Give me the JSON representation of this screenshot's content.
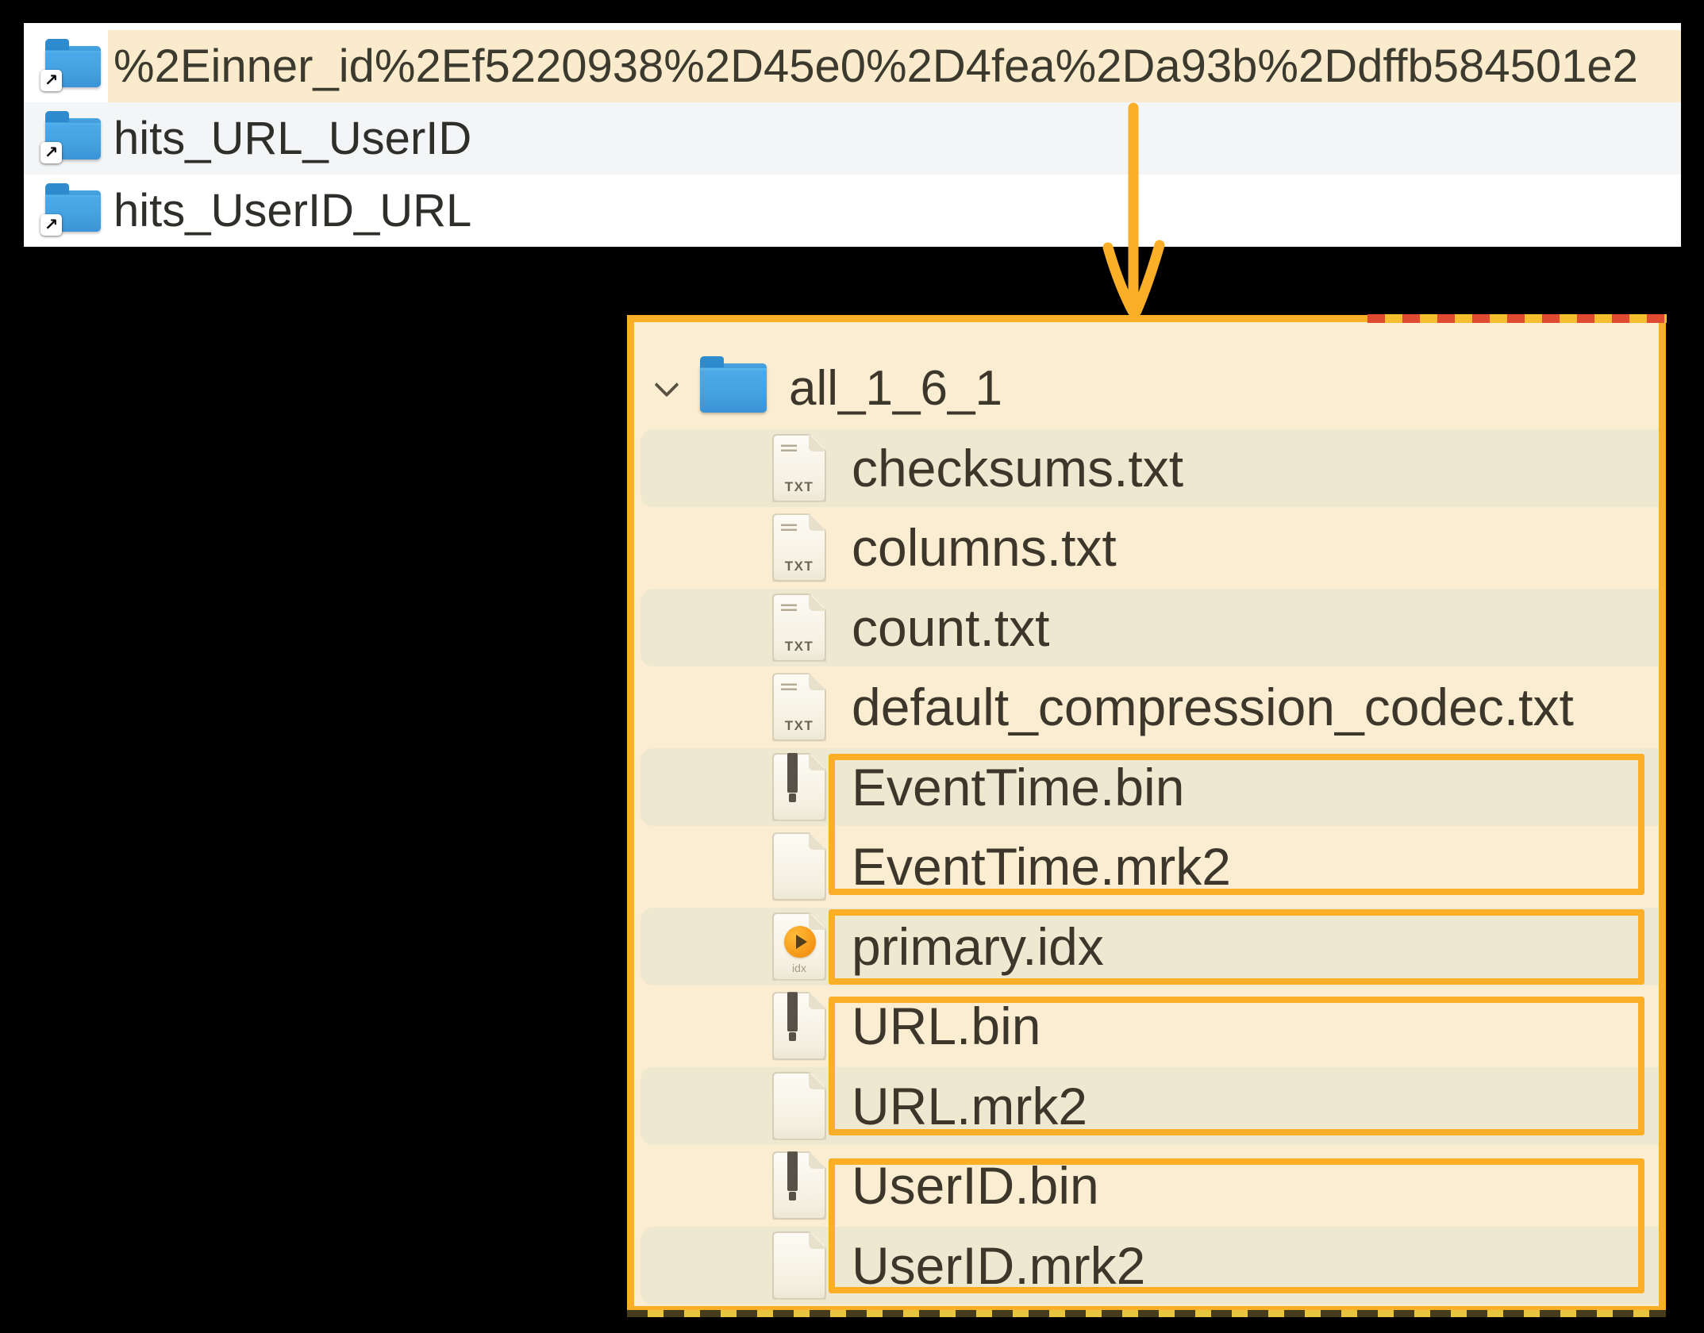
{
  "finder_list": {
    "rows": [
      {
        "label": "%2Einner_id%2Ef5220938%2D45e0%2D4fea%2Da93b%2Ddffb584501e2",
        "selected": true
      },
      {
        "label": "hits_URL_UserID",
        "selected": false
      },
      {
        "label": "hits_UserID_URL",
        "selected": false
      }
    ],
    "alias_arrow_glyph": "↗"
  },
  "tree": {
    "root": {
      "label": "all_1_6_1",
      "expanded": true,
      "icon": "folder-icon"
    },
    "files": [
      {
        "label": "checksums.txt",
        "icon": "txt-file-icon"
      },
      {
        "label": "columns.txt",
        "icon": "txt-file-icon"
      },
      {
        "label": "count.txt",
        "icon": "txt-file-icon"
      },
      {
        "label": "default_compression_codec.txt",
        "icon": "txt-file-icon"
      },
      {
        "label": "EventTime.bin",
        "icon": "binary-file-icon"
      },
      {
        "label": "EventTime.mrk2",
        "icon": "generic-file-icon"
      },
      {
        "label": "primary.idx",
        "icon": "index-file-icon"
      },
      {
        "label": "URL.bin",
        "icon": "binary-file-icon"
      },
      {
        "label": "URL.mrk2",
        "icon": "generic-file-icon"
      },
      {
        "label": "UserID.bin",
        "icon": "binary-file-icon"
      },
      {
        "label": "UserID.mrk2",
        "icon": "generic-file-icon"
      }
    ],
    "txt_icon_badge": "TXT",
    "idx_icon_badge": "idx"
  },
  "annotations": {
    "arrow": {
      "from": "selected folder row",
      "to": "tree panel",
      "color": "#FBAF27"
    },
    "highlight_boxes": [
      {
        "rows": [
          "EventTime.bin",
          "EventTime.mrk2"
        ]
      },
      {
        "rows": [
          "primary.idx"
        ]
      },
      {
        "rows": [
          "URL.bin",
          "URL.mrk2"
        ]
      },
      {
        "rows": [
          "UserID.bin",
          "UserID.mrk2"
        ]
      }
    ]
  },
  "colors": {
    "accent_orange": "#FBAF27",
    "selection_row_cream": "#FAEBCD",
    "alt_row_gray": "#F3F5F6",
    "panel_cream": "#FAEDD1",
    "tree_row_highlight": "#EFE8D1",
    "folder_blue": "#47A5E6",
    "background": "#000000"
  }
}
